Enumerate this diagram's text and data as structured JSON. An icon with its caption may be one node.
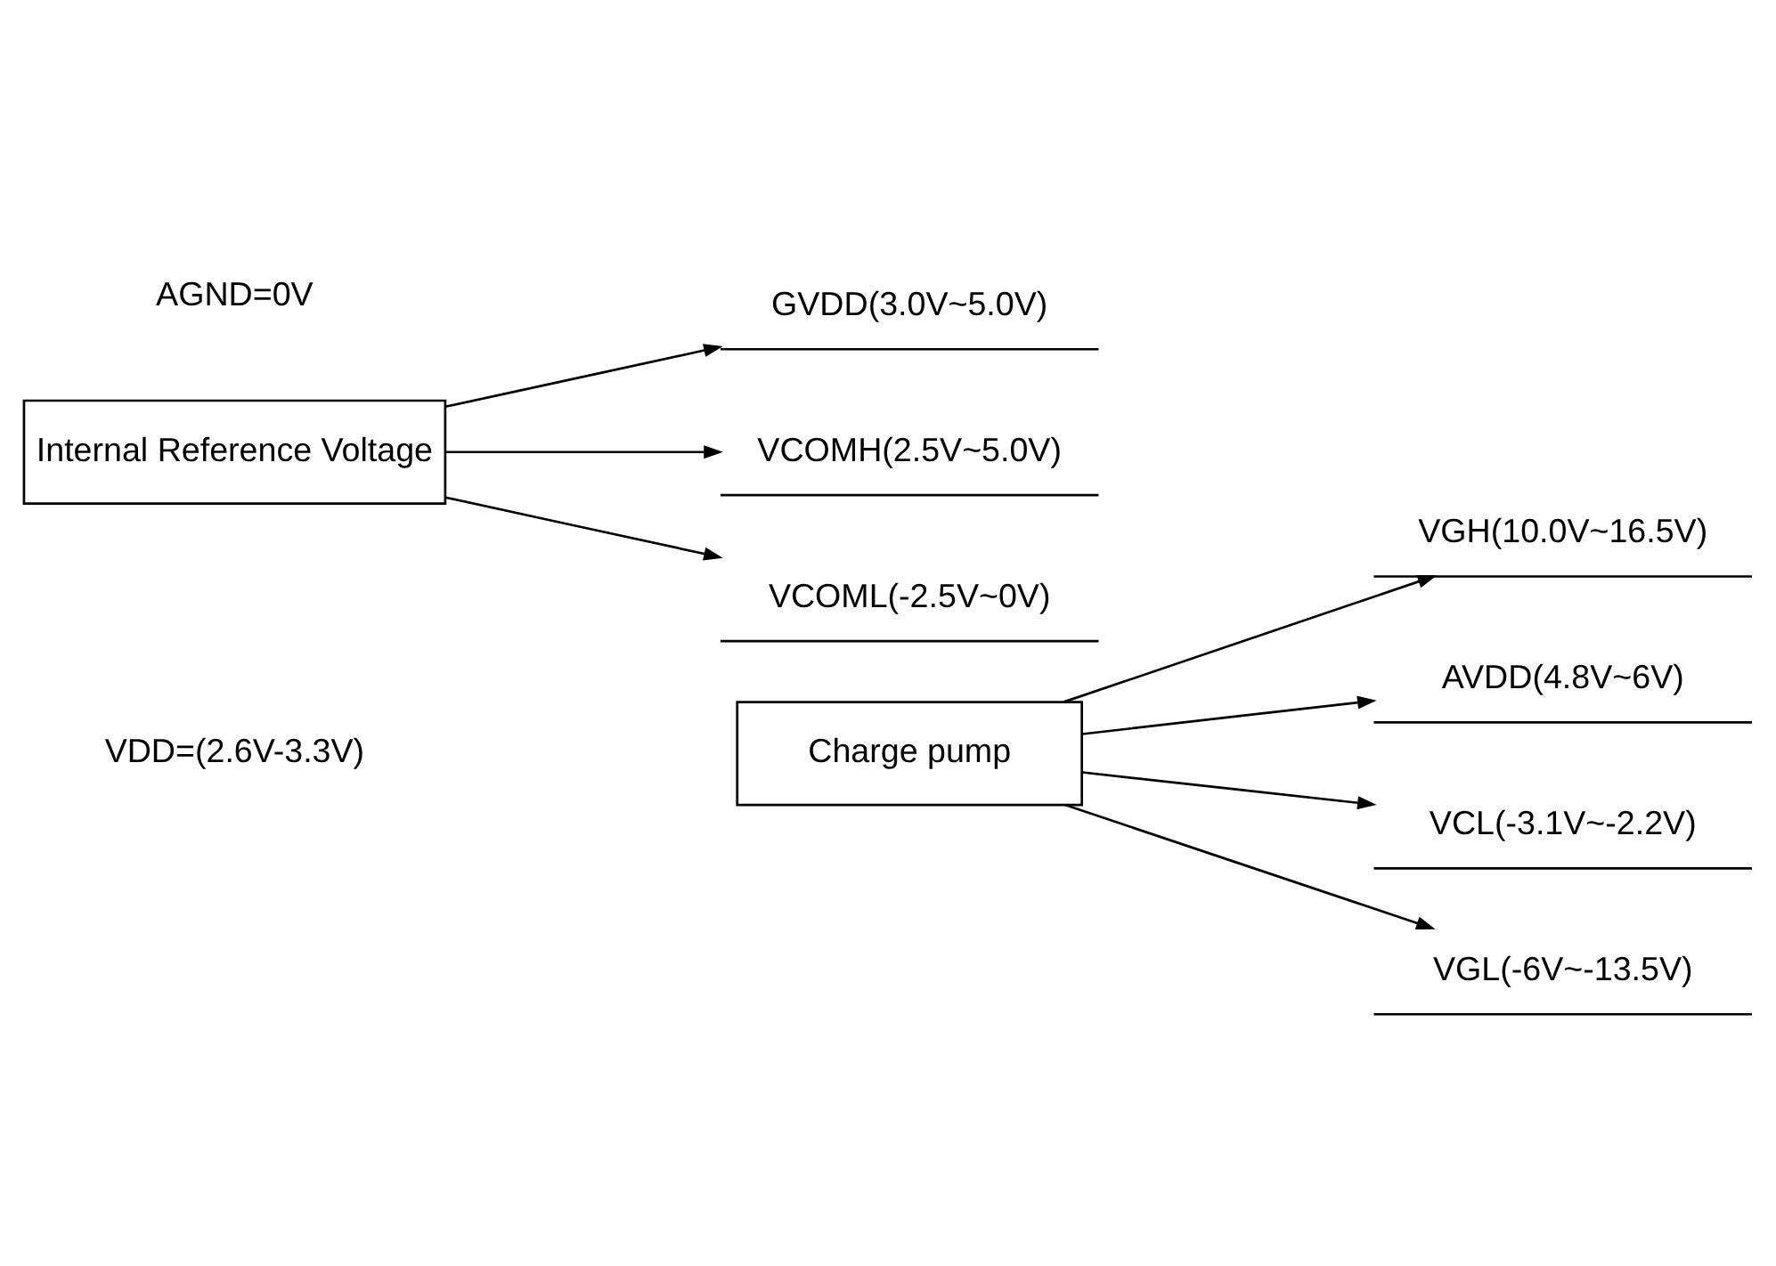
{
  "diagram": {
    "nodes": [
      {
        "text": [
          "Charge pump"
        ]
      },
      {
        "text": [
          "Internal Reference Voltage"
        ]
      },
      {
        "text": [
          "VGH(10.0V~16.5V)"
        ]
      },
      {
        "text": [
          "AVDD(4.8V~6V)"
        ]
      },
      {
        "text": [
          "GVDD(3.0V~5.0V)"
        ]
      },
      {
        "text": [
          "VCOMH(2.5V~5.0V)"
        ]
      },
      {
        "text": [
          "VCOML(-2.5V~0V)"
        ]
      },
      {
        "text": [
          "VCL(-3.1V~-2.2V)"
        ]
      },
      {
        "text": [
          "VGL(-6V~-13.5V)"
        ]
      }
    ],
    "edges": [
      {
        "from": 0,
        "to": 2,
        "arrow": "to"
      },
      {
        "from": 0,
        "to": 3,
        "arrow": "to"
      },
      {
        "from": 1,
        "to": 4,
        "arrow": "to"
      },
      {
        "from": 1,
        "to": 5,
        "arrow": "to"
      },
      {
        "from": 1,
        "to": 6,
        "arrow": "to"
      },
      {
        "from": 0,
        "to": 7,
        "arrow": "to"
      },
      {
        "from": 0,
        "to": 8,
        "arrow": "to"
      }
    ],
    "labels": [
      "VDD=(2.6V-3.3V)",
      "AGND=0V"
    ]
  }
}
